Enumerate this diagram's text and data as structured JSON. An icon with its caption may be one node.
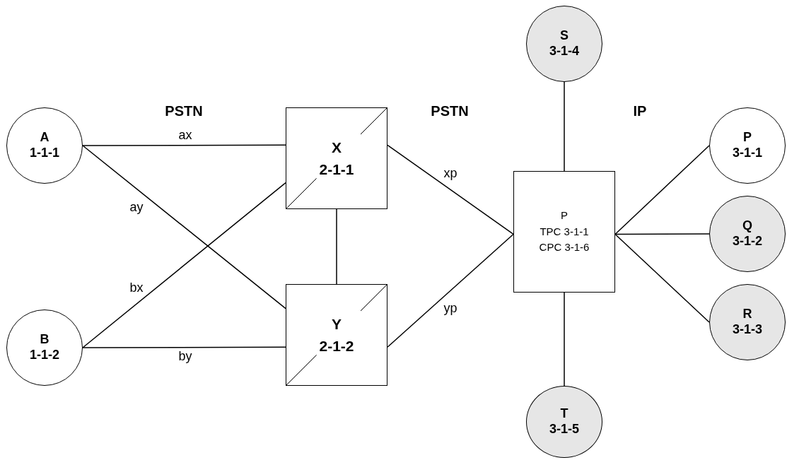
{
  "diagram": {
    "nodes": [
      {
        "text": [
          "A",
          "1-1-1"
        ]
      },
      {
        "text": [
          "B",
          "1-1-2"
        ]
      },
      {
        "text": [
          "X",
          "2-1-1"
        ]
      },
      {
        "text": [
          "Y",
          "2-1-2"
        ]
      },
      {
        "text": [
          "P",
          "TPC 3-1-1",
          "CPC 3-1-6"
        ]
      },
      {
        "text": [
          "S",
          "3-1-4"
        ]
      },
      {
        "text": [
          "T",
          "3-1-5"
        ]
      },
      {
        "text": [
          "P",
          "3-1-1"
        ]
      },
      {
        "text": [
          "Q",
          "3-1-2"
        ]
      },
      {
        "text": [
          "R",
          "3-1-3"
        ]
      }
    ],
    "edges": [
      {
        "from": 0,
        "to": 2,
        "arrow": "none",
        "label": "ax"
      },
      {
        "from": 0,
        "to": 3,
        "arrow": "none",
        "label": "ay"
      },
      {
        "from": 1,
        "to": 2,
        "arrow": "none",
        "label": "bx"
      },
      {
        "from": 1,
        "to": 3,
        "arrow": "none",
        "label": "by"
      },
      {
        "from": 2,
        "to": 3,
        "arrow": "none"
      },
      {
        "from": 2,
        "to": 4,
        "arrow": "none",
        "label": "xp"
      },
      {
        "from": 3,
        "to": 4,
        "arrow": "none",
        "label": "yp"
      },
      {
        "from": 5,
        "to": 4,
        "arrow": "none"
      },
      {
        "from": 4,
        "to": 6,
        "arrow": "none"
      },
      {
        "from": 4,
        "to": 7,
        "arrow": "none"
      },
      {
        "from": 4,
        "to": 8,
        "arrow": "none"
      },
      {
        "from": 4,
        "to": 9,
        "arrow": "none"
      }
    ],
    "labels": [
      "PSTN",
      "PSTN",
      "IP"
    ]
  }
}
